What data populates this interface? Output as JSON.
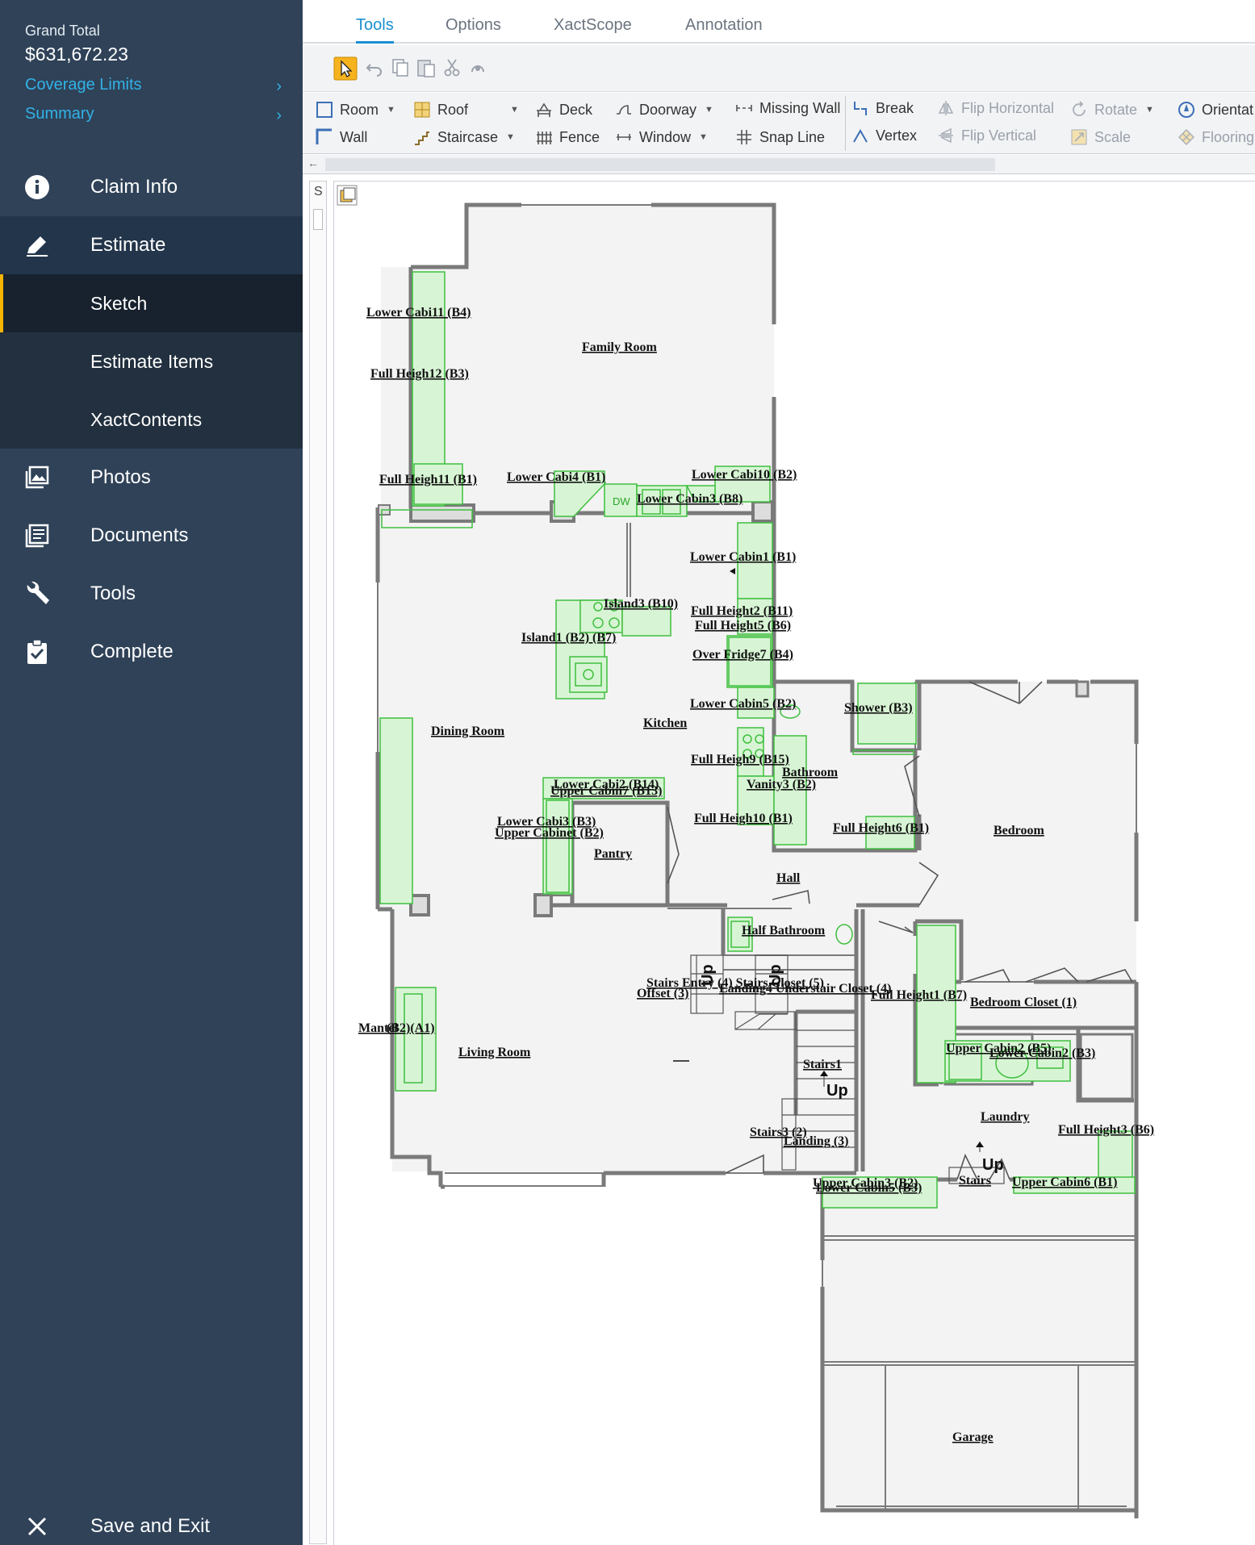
{
  "sidebar": {
    "grand_total_label": "Grand Total",
    "grand_total_value": "$631,672.23",
    "links": [
      "Coverage Limits",
      "Summary"
    ],
    "nav": {
      "claim_info": "Claim Info",
      "estimate": "Estimate",
      "sketch": "Sketch",
      "estimate_items": "Estimate Items",
      "xactcontents": "XactContents",
      "photos": "Photos",
      "documents": "Documents",
      "tools": "Tools",
      "complete": "Complete",
      "save_exit": "Save and Exit"
    }
  },
  "tabs": [
    "Tools",
    "Options",
    "XactScope",
    "Annotation"
  ],
  "active_tab": "Tools",
  "ribbon": {
    "room": "Room",
    "wall": "Wall",
    "roof": "Roof",
    "staircase": "Staircase",
    "deck": "Deck",
    "fence": "Fence",
    "doorway": "Doorway",
    "window": "Window",
    "missing_wall": "Missing Wall",
    "snap_line": "Snap Line",
    "break": "Break",
    "vertex": "Vertex",
    "flip_horizontal": "Flip Horizontal",
    "flip_vertical": "Flip Vertical",
    "rotate": "Rotate",
    "scale": "Scale",
    "orientation": "Orientat",
    "flooring": "Flooring"
  },
  "left_panel_letter": "S",
  "plan": {
    "rooms": {
      "family_room": "Family Room",
      "dining_room": "Dining Room",
      "kitchen": "Kitchen",
      "pantry": "Pantry",
      "hall": "Hall",
      "bathroom": "Bathroom",
      "bedroom": "Bedroom",
      "half_bathroom": "Half Bathroom",
      "living_room": "Living Room",
      "laundry": "Laundry",
      "garage": "Garage",
      "bedroom_closet": "Bedroom Closet  (1)",
      "shower": "Shower (B3)",
      "stairs1": "Stairs1",
      "stairs": "Stairs",
      "stairs3": "Stairs3  (2)",
      "landing": "Landing  (3)",
      "offset": "Offset  (3)",
      "stairs_entry": "Stairs Entry (4) Stairs Closet  (5)",
      "landing4": "Landing4 Understair Closet  (4)",
      "mantel": "Mantel"
    },
    "cabinets": {
      "lower_cabi11": "Lower Cabi11 (B4)",
      "full_heigh12": "Full Heigh12 (B3)",
      "full_heigh11": "Full Heigh11 (B1)",
      "lower_cabi4": "Lower Cabi4 (B1)",
      "lower_cabi10": "Lower Cabi10 (B2)",
      "lower_cabin3": "Lower Cabin3 (B8)",
      "lower_cabin1": "Lower Cabin1 (B1)",
      "island3": "Island3 (B10)",
      "full_height2": "Full Height2 (B11)",
      "full_height5": "Full Height5 (B6)",
      "island": "Island1 (B2) (B7)",
      "over_fridge7": "Over Fridge7 (B4)",
      "upper_cabin5": "Lower Cabin5 (B2)",
      "full_heigh9": "Full Heigh9 (B15)",
      "vanity3": "Vanity3 (B2)",
      "lower_cabi2": "Lower Cabi2 (B14)",
      "upper_cabin7": "Upper Cabin7 (B13)",
      "lower_cabi3": "Lower Cabi3 (B3)",
      "upper_cabinet": "Upper Cabinet (B2)",
      "full_heigh10": "Full Heigh10 (B1)",
      "full_height6": "Full Height6 (B1)",
      "full_height1": "Full Height1 (B7)",
      "upper_cabin2": "Upper Cabin2 (B5)",
      "lower_cabin2": "Lower Cabin2 (B3)",
      "full_height3": "Full Height3 (B6)",
      "upper_cabin3": "Upper Cabin3 (B2)",
      "lower_cabin5b": "Lower Cabin5 (B3)",
      "upper_cabin6": "Upper Cabin6 (B1)",
      "mantel_tag": "(B2)(A1)",
      "dw": "DW"
    },
    "up_labels": [
      "Up",
      "Up",
      "Up",
      "Up"
    ]
  }
}
